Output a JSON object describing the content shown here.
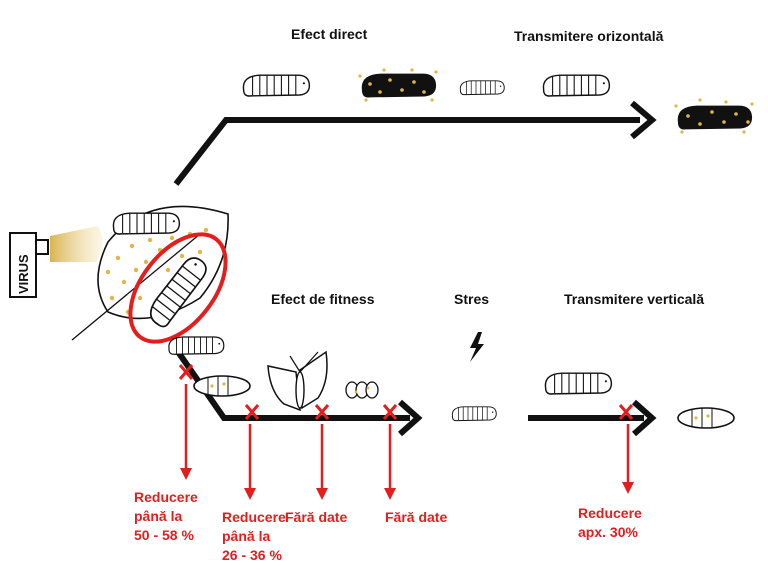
{
  "labels": {
    "direct_effect": "Efect direct",
    "horizontal_transmission": "Transmitere orizontală",
    "fitness_effect": "Efect de fitness",
    "stress": "Stres",
    "vertical_transmission": "Transmitere verticală",
    "sprayer": "VIRUS"
  },
  "outcomes": [
    {
      "lines": [
        "Reducere",
        "până la",
        "50 - 58 %"
      ]
    },
    {
      "lines": [
        "Reducere",
        "până la",
        "26 - 36 %"
      ]
    },
    {
      "lines": [
        "Fără date"
      ]
    },
    {
      "lines": [
        "Fără date"
      ]
    },
    {
      "lines": [
        "Reducere",
        "apx. 30%"
      ]
    }
  ],
  "colors": {
    "arrow": "#111111",
    "red": "#e41d1d",
    "virus_dots": "#e0b64a",
    "spray": "#d8b04a",
    "infected_body": "#111111",
    "larva_fill": "#ffffff"
  },
  "icons": [
    "spray-bottle-icon",
    "leaf-icon",
    "larva-icon",
    "infected-larva-icon",
    "pupa-icon",
    "moth-icon",
    "egg-cluster-icon",
    "lightning-icon",
    "cross-mark-icon"
  ]
}
